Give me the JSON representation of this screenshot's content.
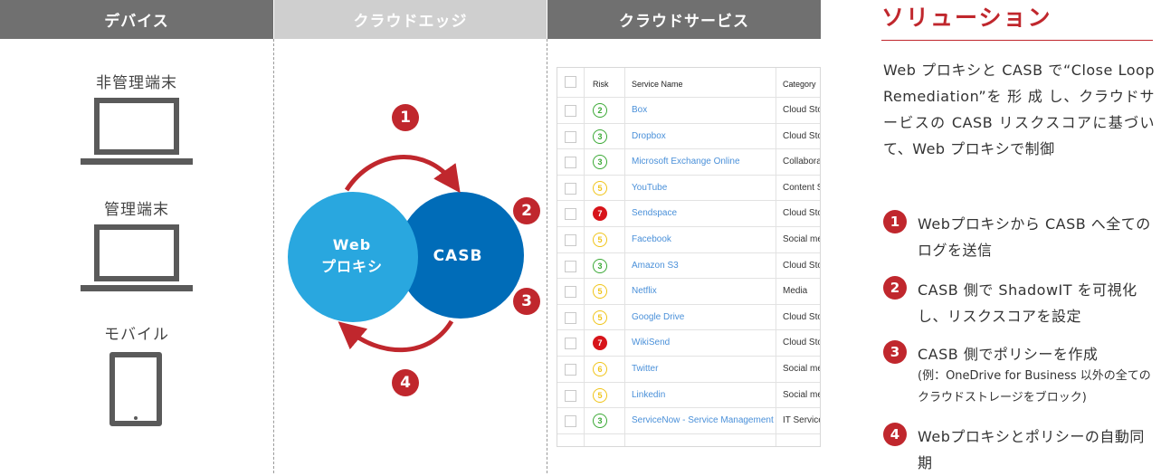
{
  "columns": {
    "devices": "デバイス",
    "cloud_edge": "クラウドエッジ",
    "cloud_services": "クラウドサービス"
  },
  "devices": {
    "unmanaged": "非管理端末",
    "managed": "管理端末",
    "mobile": "モバイル"
  },
  "diagram": {
    "web_proxy_line1": "Web",
    "web_proxy_line2": "プロキシ",
    "casb": "CASB",
    "steps": [
      "1",
      "2",
      "3",
      "4"
    ],
    "colors": {
      "web_proxy": "#29a7df",
      "casb": "#006cb8",
      "arrow": "#c0272d"
    }
  },
  "table": {
    "headers": {
      "risk": "Risk",
      "service": "Service Name",
      "category": "Category"
    },
    "rows": [
      {
        "risk": "2",
        "level": "low",
        "service": "Box",
        "category": "Cloud Sto"
      },
      {
        "risk": "3",
        "level": "low",
        "service": "Dropbox",
        "category": "Cloud Sto"
      },
      {
        "risk": "3",
        "level": "low",
        "service": "Microsoft Exchange Online",
        "category": "Collabora"
      },
      {
        "risk": "5",
        "level": "mid",
        "service": "YouTube",
        "category": "Content S"
      },
      {
        "risk": "7",
        "level": "high",
        "service": "Sendspace",
        "category": "Cloud Sto"
      },
      {
        "risk": "5",
        "level": "mid",
        "service": "Facebook",
        "category": "Social me"
      },
      {
        "risk": "3",
        "level": "low",
        "service": "Amazon S3",
        "category": "Cloud Sto"
      },
      {
        "risk": "5",
        "level": "mid",
        "service": "Netflix",
        "category": "Media"
      },
      {
        "risk": "5",
        "level": "mid",
        "service": "Google Drive",
        "category": "Cloud Sto"
      },
      {
        "risk": "7",
        "level": "high",
        "service": "WikiSend",
        "category": "Cloud Sto"
      },
      {
        "risk": "6",
        "level": "mid",
        "service": "Twitter",
        "category": "Social me"
      },
      {
        "risk": "5",
        "level": "mid",
        "service": "Linkedin",
        "category": "Social me"
      },
      {
        "risk": "3",
        "level": "low",
        "service": "ServiceNow - Service Management",
        "category": "IT Service"
      }
    ],
    "risk_colors": {
      "low": "#3aa935",
      "mid": "#f0c419",
      "high": "#d7141a"
    }
  },
  "solution": {
    "title": "ソリューション",
    "description": "Web プロキシと CASB で“Close Loop Remediation”を 形 成 し、クラウドサービスの CASB リスクスコアに基づいて、Web プロキシで制御",
    "steps": [
      {
        "num": "1",
        "text": "Webプロキシから CASB へ全てのログを送信"
      },
      {
        "num": "2",
        "text": "CASB 側で ShadowIT を可視化し、リスクスコアを設定"
      },
      {
        "num": "3",
        "text": "CASB 側でポリシーを作成",
        "note": "(例：OneDrive for Business 以外の全てのクラウドストレージをブロック)"
      },
      {
        "num": "4",
        "text": "Webプロキシとポリシーの自動同期"
      }
    ]
  }
}
